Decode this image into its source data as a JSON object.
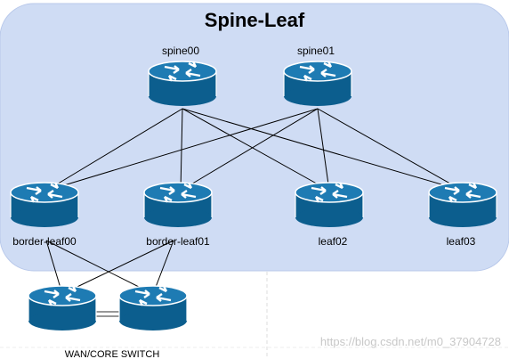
{
  "title": "Spine-Leaf",
  "colors": {
    "region_fill": "#cfdcf4",
    "region_stroke": "#b8c8ea",
    "router_top": "#1e7bb3",
    "router_body": "#0c5e8e",
    "line": "#000000"
  },
  "spines": [
    {
      "label": "spine00",
      "icon": "router-icon"
    },
    {
      "label": "spine01",
      "icon": "router-icon"
    }
  ],
  "leaves": [
    {
      "label": "border-leaf00",
      "icon": "router-icon"
    },
    {
      "label": "border-leaf01",
      "icon": "router-icon"
    },
    {
      "label": "leaf02",
      "icon": "router-icon"
    },
    {
      "label": "leaf03",
      "icon": "router-icon"
    }
  ],
  "wan": {
    "label": "WAN/CORE SWITCH",
    "routers": [
      {
        "icon": "router-icon"
      },
      {
        "icon": "router-icon"
      }
    ]
  },
  "watermark": "https://blog.csdn.net/m0_37904728"
}
